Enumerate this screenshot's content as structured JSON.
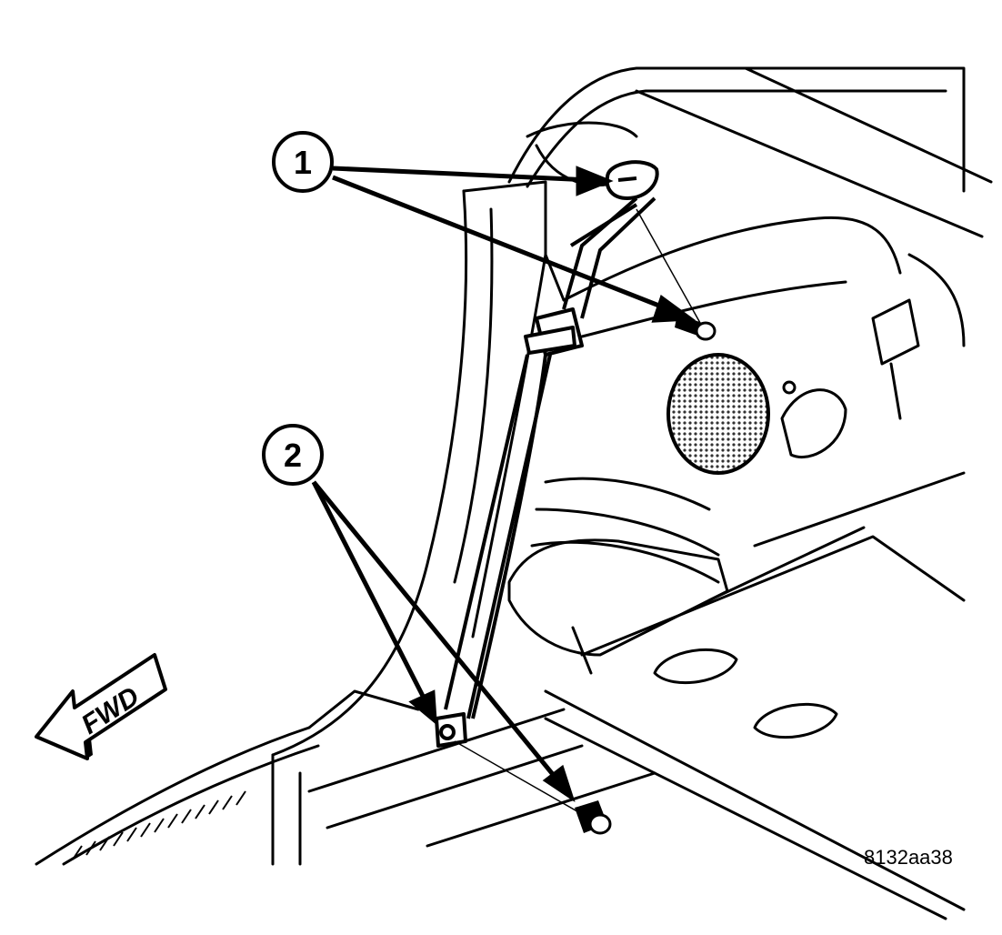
{
  "callouts": [
    {
      "label": "1"
    },
    {
      "label": "2"
    }
  ],
  "direction_indicator": {
    "label": "FWD"
  },
  "figure_id": "8132aa38",
  "colors": {
    "line": "#000000",
    "background": "#ffffff",
    "speaker_grille": "#555555"
  }
}
